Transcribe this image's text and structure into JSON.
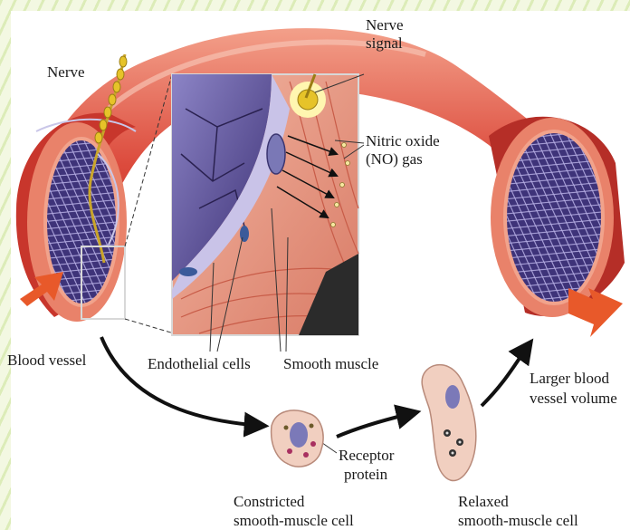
{
  "labels": {
    "nerve": "Nerve",
    "nerve_signal_1": "Nerve",
    "nerve_signal_2": "signal",
    "nitric_oxide_1": "Nitric oxide",
    "nitric_oxide_2": "(NO) gas",
    "blood_vessel": "Blood vessel",
    "endothelial_cells": "Endothelial cells",
    "smooth_muscle": "Smooth muscle",
    "larger_volume_1": "Larger blood",
    "larger_volume_2": "vessel volume",
    "receptor_1": "Receptor",
    "receptor_2": "protein",
    "constricted_1": "Constricted",
    "constricted_2": "smooth-muscle cell",
    "relaxed_1": "Relaxed",
    "relaxed_2": "smooth-muscle cell"
  },
  "colors": {
    "vessel_red": "#d9453a",
    "vessel_light": "#f08a70",
    "lumen_purple": "#4b3f86",
    "muscle_pink": "#e9a08c",
    "cell_pink": "#f1cfc0",
    "arrow_orange": "#e8592a",
    "nerve_yellow": "#e6c329"
  }
}
